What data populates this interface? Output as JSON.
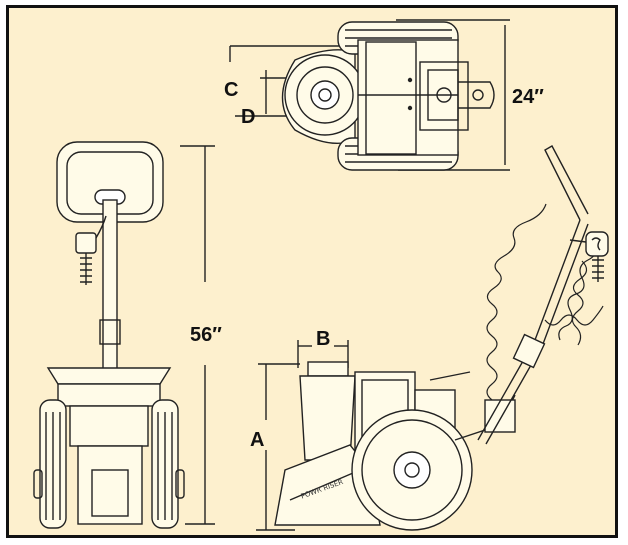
{
  "colors": {
    "background": "#fdf0ce",
    "frame": "#111111",
    "line": "#222222"
  },
  "labels": {
    "a": "A",
    "b": "B",
    "c": "C",
    "d": "D",
    "width": "24″",
    "height": "56″",
    "brand": "POWR RISER"
  }
}
